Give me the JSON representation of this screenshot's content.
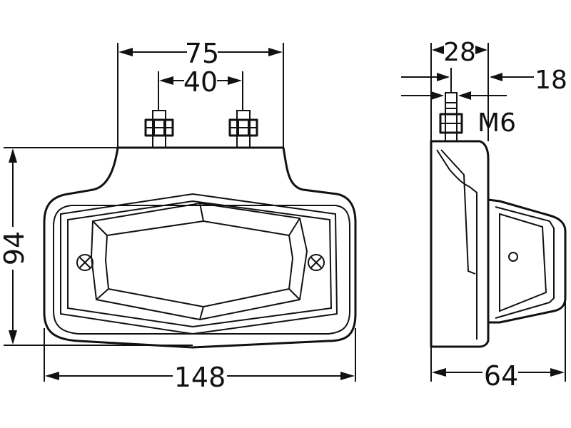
{
  "drawing": {
    "dimensions": {
      "overall_width": "148",
      "overall_height": "94",
      "top_span": "75",
      "stud_spacing": "40",
      "side_depth": "64",
      "stud_depth": "28",
      "stud_offset": "18",
      "thread": "M6"
    }
  }
}
